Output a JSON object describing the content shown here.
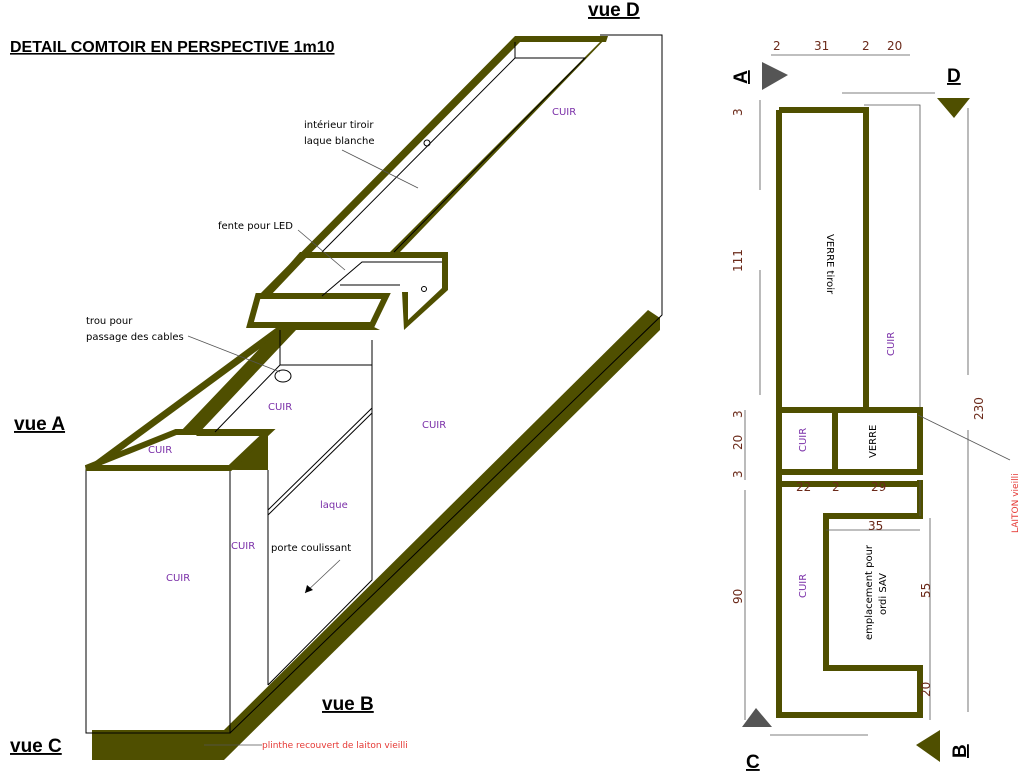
{
  "title": "DETAIL COMTOIR EN PERSPECTIVE 1m10",
  "views": {
    "a": "vue A",
    "b": "vue B",
    "c": "vue C",
    "d": "vue D"
  },
  "perspective_labels": {
    "interieur_tiroir_1": "intérieur tiroir",
    "interieur_tiroir_2": "laque blanche",
    "fente_led": "fente pour LED",
    "trou_1": "trou pour",
    "trou_2": "passage des cables",
    "cuir_top_right": "CUIR",
    "cuir_inner": "CUIR",
    "cuir_left_top": "CUIR",
    "cuir_right_face": "CUIR",
    "cuir_front": "CUIR",
    "cuir_side": "CUIR",
    "laque": "laque",
    "porte": "porte coulissant",
    "plinthe": "plinthe recouvert de laiton vieilli"
  },
  "plan": {
    "letter_a": "A",
    "letter_b": "B",
    "letter_c": "C",
    "letter_d": "D",
    "verre_tiroir": "VERRE tiroir",
    "cuir_right": "CUIR",
    "cuir_mid": "CUIR",
    "verre": "VERRE",
    "cuir_bottom": "CUIR",
    "emplacement_1": "emplacement pour",
    "emplacement_2": "ordi SAV",
    "laiton": "LAITON vieilli",
    "dims_top": {
      "d1": "2",
      "d2": "31",
      "d3": "2",
      "d4": "20"
    },
    "dims_left": {
      "d3a": "3",
      "d111": "111",
      "d3b": "3",
      "d20": "20",
      "d3c": "3",
      "d90": "90"
    },
    "dims_inner": {
      "d22": "22",
      "d2": "2",
      "d29": "29",
      "d35": "35",
      "d55": "55",
      "d20": "20"
    },
    "dim_230": "230"
  }
}
